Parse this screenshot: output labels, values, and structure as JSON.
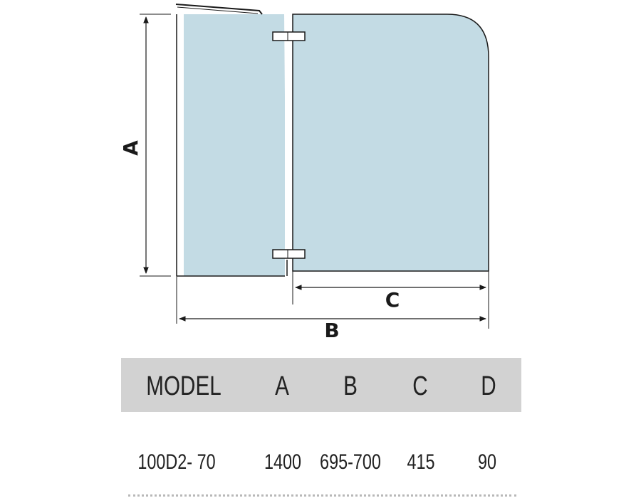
{
  "diagram": {
    "dimension_labels": {
      "a": "A",
      "b": "B",
      "c": "C"
    },
    "colors": {
      "glass": "#c3dbe4",
      "line": "#1a1a1a",
      "table_header_bg": "#d2d2d2"
    }
  },
  "table": {
    "headers": [
      "MODEL",
      "A",
      "B",
      "C",
      "D"
    ],
    "rows": [
      [
        "100D2- 70",
        "1400",
        "695-700",
        "415",
        "90"
      ]
    ]
  }
}
